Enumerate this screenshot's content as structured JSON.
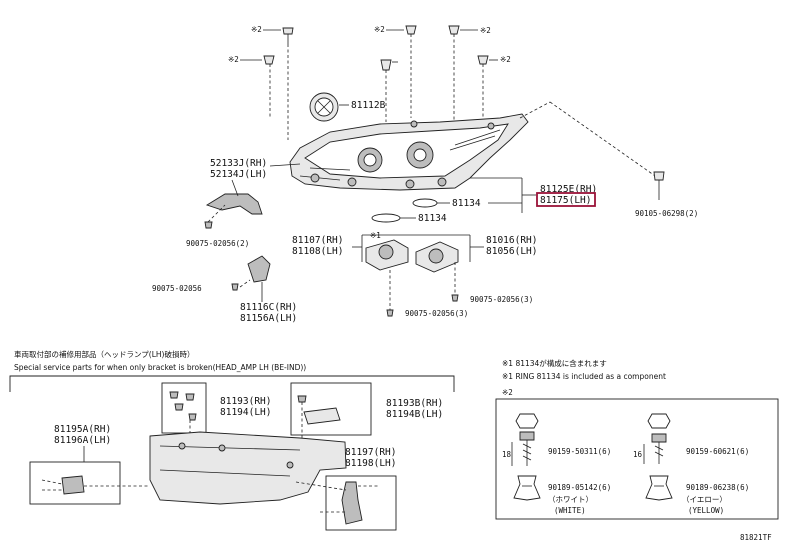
{
  "accent_color": "#9a1238",
  "main_diagram": {
    "mark2_labels": [
      "※2",
      "※2",
      "※2",
      "※2",
      "※2"
    ],
    "parts": {
      "p81112B": "81112B",
      "p52133J": "52133J(RH)",
      "p52134J": "52134J(LH)",
      "p81125E": "81125E(RH)",
      "p81175": "81175(LH)",
      "p81134a": "81134",
      "p81134b": "81134",
      "p90105": "90105-06298(2)",
      "p90075a": "90075-02056(2)",
      "p81107": "81107(RH)",
      "p81108": "81108(LH)",
      "p81016": "81016(RH)",
      "p81056": "81056(LH)",
      "p90075b": "90075-02056",
      "p90075c": "90075-02056(3)",
      "p81116C": "81116C(RH)",
      "p81156A": "81156A(LH)",
      "p90075d": "90075-02056(3)",
      "mark1": "※1"
    }
  },
  "service_section": {
    "title_jp": "車両取付部の補修用部品（ヘッドランプ(LH)破損時）",
    "title_en": "Special service parts for when only bracket is broken(HEAD_AMP LH (BE-IND))",
    "parts": {
      "p81193": "81193(RH)",
      "p81194": "81194(LH)",
      "p81193B": "81193B(RH)",
      "p81194B": "81194B(LH)",
      "p81195A": "81195A(RH)",
      "p81196A": "81196A(LH)",
      "p81197": "81197(RH)",
      "p81198": "81198(LH)"
    }
  },
  "notes": {
    "note1_jp": "※1 81134が構成に含まれます",
    "note1_en": "※1 RING 81134 is included as a component",
    "mark2": "※2"
  },
  "legend_box": {
    "dim1": "18",
    "dim2": "16",
    "p90159a": "90159-50311(6)",
    "p90159b": "90159-60621(6)",
    "p90189a": "90189-05142(6)",
    "p90189b": "90189-06238(6)",
    "color_a_jp": "（ホワイト）",
    "color_a_en": "(WHITE)",
    "color_b_jp": "（イエロー）",
    "color_b_en": "(YELLOW)"
  },
  "figure_id": "81821TF"
}
